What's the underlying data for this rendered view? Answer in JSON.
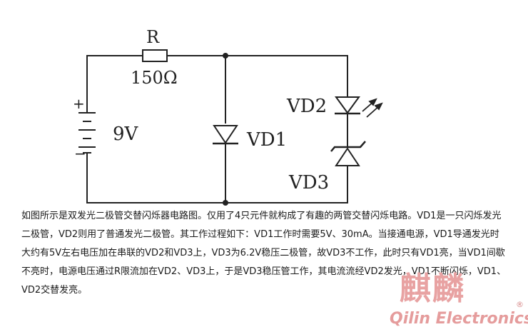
{
  "diagram": {
    "labels": {
      "resistor_name": "R",
      "resistor_value": "150Ω",
      "battery_voltage": "9V",
      "plus_sign": "+",
      "minus_sign": "−",
      "vd1": "VD1",
      "vd2": "VD2",
      "vd3": "VD3"
    }
  },
  "description": "如图所示是双发光二极管交替闪烁器电路图。仅用了4只元件就构成了有趣的两管交替闪烁电路。VD1是一只闪烁发光二极管，VD2则用了普通发光二极管。其工作过程如下：VD1工作时需要5V、30mA。当接通电源，VD1导通发光时大约有5V左右电压加在串联的VD2和VD3上，VD3为6.2V稳压二极管，故VD3不工作，此时只有VD1亮，当VD1间歇不亮时，电源电压通过R限流加在VD2、VD3上，于是VD3稳压管工作，其电流流经VD2发光，VD1不断闪烁，VD1、VD2交替发亮。",
  "logo": {
    "chinese": "麒麟",
    "english": "Qilin Electronics",
    "registered": "®"
  },
  "colors": {
    "line": "#222222",
    "logo": "#e59c9c"
  }
}
